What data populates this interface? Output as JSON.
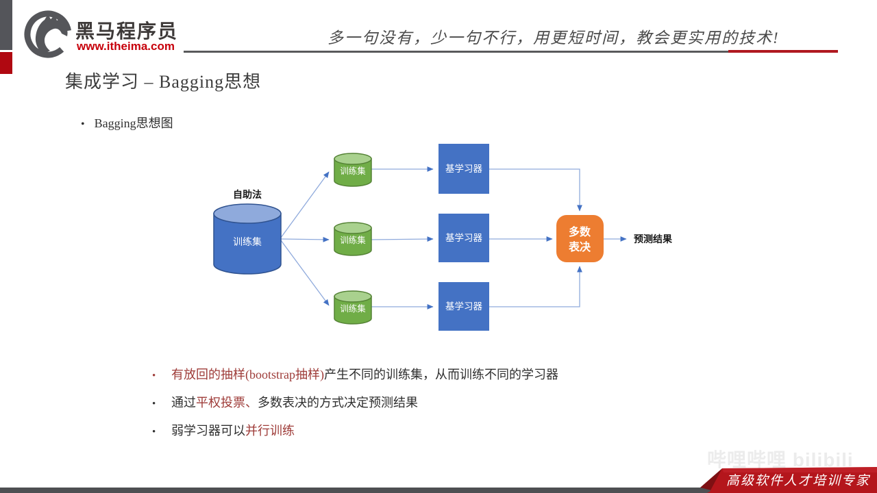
{
  "header": {
    "brand": "黑马程序员",
    "site": "www.itheima.com",
    "slogan": "多一句没有，少一句不行，用更短时间，教会更实用的技术!"
  },
  "slide": {
    "title": "集成学习 – Bagging思想",
    "intro_bullet": "Bagging思想图",
    "bullets": [
      {
        "pre": "",
        "red": "有放回的抽样(bootstrap抽样)",
        "post": "产生不同的训练集，从而训练不同的学习器"
      },
      {
        "pre": "通过",
        "red": "平权投票、",
        "post": "多数表决的方式决定预测结果"
      },
      {
        "pre": "弱学习器可以",
        "red": "并行训练",
        "post": ""
      }
    ]
  },
  "diagram": {
    "bootstrap_label": "自助法",
    "source_dataset": "训练集",
    "sample_sets": [
      "训练集",
      "训练集",
      "训练集"
    ],
    "base_learners": [
      "基学习器",
      "基学习器",
      "基学习器"
    ],
    "vote": {
      "line1": "多数",
      "line2": "表决"
    },
    "output": "预测结果"
  },
  "footer": {
    "watermark": "哔哩哔哩 bilibili",
    "tagline": "高级软件人才培训专家"
  },
  "colors": {
    "node_blue": "#4472C4",
    "node_blue_top": "#8FAADC",
    "node_green": "#70AD47",
    "node_green_top": "#A9D18E",
    "vote_orange": "#ED7D31",
    "connector": "#8FAADC",
    "accent_red_text": "#9E3B38",
    "brand_red": "#C7000B",
    "banner_red": "#B01920"
  }
}
